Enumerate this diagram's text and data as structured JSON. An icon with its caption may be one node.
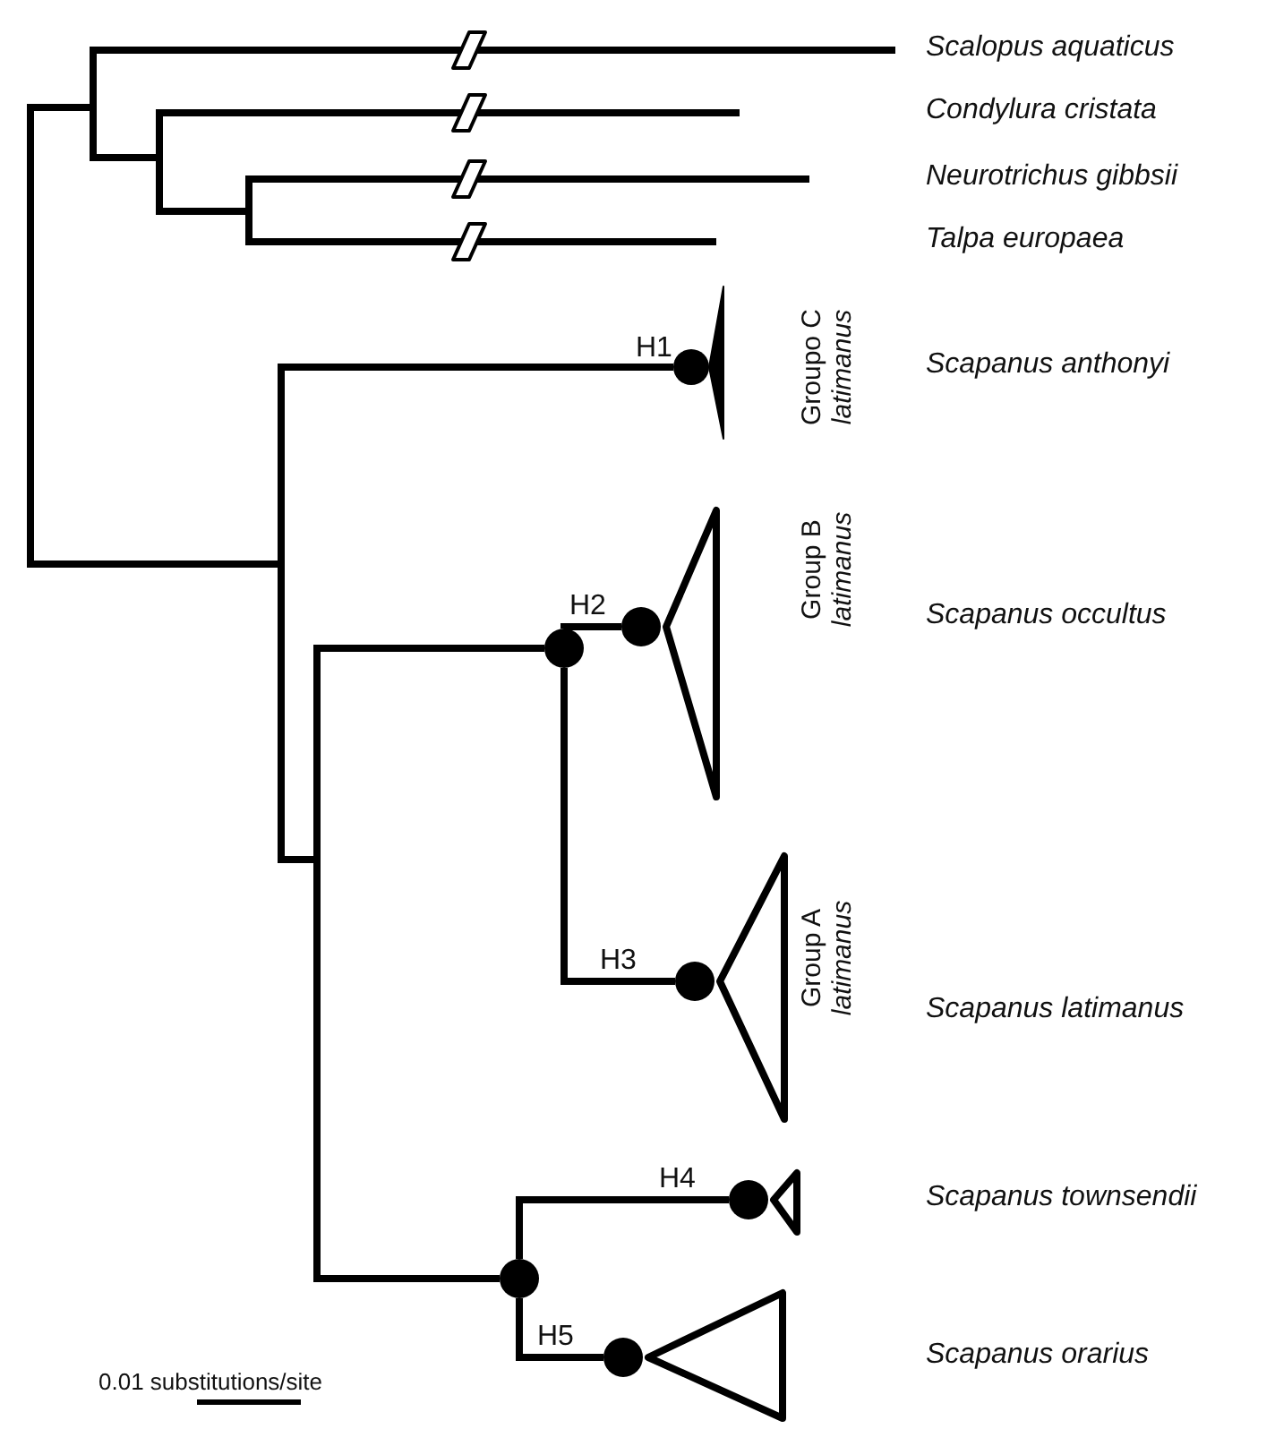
{
  "diagram": {
    "nodes": [
      {
        "text": [],
        "shape": "junction"
      },
      {
        "text": [],
        "shape": "junction"
      },
      {
        "text": [],
        "shape": "junction"
      },
      {
        "text": [],
        "shape": "junction"
      },
      {
        "text": [],
        "shape": "junction"
      },
      {
        "text": [],
        "shape": "circle",
        "beside": [
          "H1"
        ]
      },
      {
        "text": [],
        "shape": "triangle"
      },
      {
        "text": [],
        "shape": "junction"
      },
      {
        "text": [],
        "shape": "circle"
      },
      {
        "text": [],
        "shape": "circle",
        "beside": [
          "H2"
        ]
      },
      {
        "text": [],
        "shape": "triangle"
      },
      {
        "text": [],
        "shape": "circle",
        "beside": [
          "H3"
        ]
      },
      {
        "text": [],
        "shape": "triangle"
      },
      {
        "text": [],
        "shape": "circle"
      },
      {
        "text": [],
        "shape": "circle",
        "beside": [
          "H4"
        ]
      },
      {
        "text": [],
        "shape": "triangle"
      },
      {
        "text": [],
        "shape": "circle",
        "beside": [
          "H5"
        ]
      },
      {
        "text": [],
        "shape": "triangle"
      }
    ],
    "edges": [
      {
        "from": 0,
        "to": 1,
        "arrow": "none"
      },
      {
        "from": 0,
        "to": 4,
        "arrow": "none"
      },
      {
        "from": 1,
        "to": null,
        "arrow": "none"
      },
      {
        "from": 1,
        "to": 2,
        "arrow": "none"
      },
      {
        "from": 2,
        "to": null,
        "arrow": "none"
      },
      {
        "from": 2,
        "to": 3,
        "arrow": "none"
      },
      {
        "from": 3,
        "to": null,
        "arrow": "none"
      },
      {
        "from": 3,
        "to": null,
        "arrow": "none"
      },
      {
        "from": 4,
        "to": 5,
        "arrow": "none"
      },
      {
        "from": 4,
        "to": 7,
        "arrow": "none"
      },
      {
        "from": 7,
        "to": 8,
        "arrow": "none"
      },
      {
        "from": 7,
        "to": 13,
        "arrow": "none"
      },
      {
        "from": 8,
        "to": 9,
        "arrow": "none"
      },
      {
        "from": 8,
        "to": 11,
        "arrow": "none"
      },
      {
        "from": 13,
        "to": 14,
        "arrow": "none"
      },
      {
        "from": 13,
        "to": 16,
        "arrow": "none"
      }
    ],
    "labels": [
      "Scalopus aquaticus",
      "Condylura cristata",
      "Neurotrichus gibbsii",
      "Talpa europaea",
      "Groupo C *latimanus*",
      "Scapanus anthonyi",
      "Group B *latimanus*",
      "Scapanus occultus",
      "Group A *latimanus*",
      "Scapanus latimanus",
      "Scapanus townsendii",
      "Scapanus orarius",
      "0.01 substitutions/site"
    ]
  }
}
